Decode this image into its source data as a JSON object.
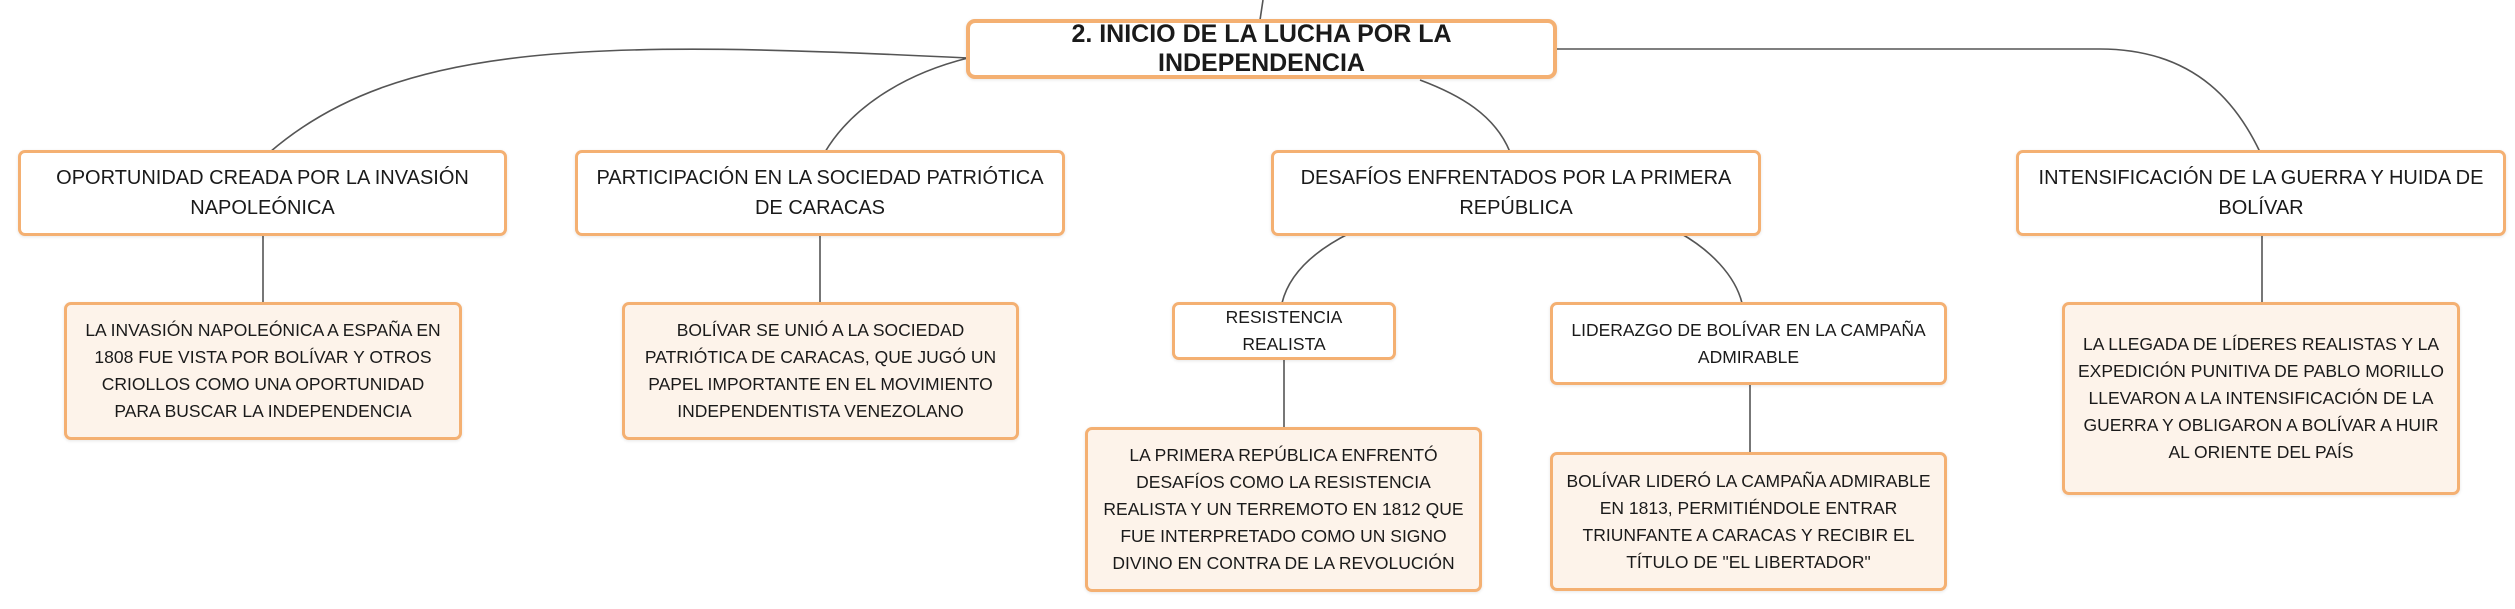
{
  "colors": {
    "border": "#f4b072",
    "leaf_fill": "#fdf3ea",
    "line": "#555555"
  },
  "root": {
    "label": "2. INICIO DE LA LUCHA POR LA INDEPENDENCIA"
  },
  "branches": [
    {
      "label": "OPORTUNIDAD CREADA POR LA INVASIÓN NAPOLEÓNICA",
      "detail": "LA INVASIÓN NAPOLEÓNICA A ESPAÑA EN 1808 FUE VISTA POR BOLÍVAR Y OTROS CRIOLLOS COMO UNA OPORTUNIDAD PARA BUSCAR LA INDEPENDENCIA"
    },
    {
      "label": "PARTICIPACIÓN EN LA SOCIEDAD PATRIÓTICA DE CARACAS",
      "detail": "BOLÍVAR SE UNIÓ A LA SOCIEDAD PATRIÓTICA DE CARACAS, QUE JUGÓ UN PAPEL IMPORTANTE EN EL MOVIMIENTO INDEPENDENTISTA VENEZOLANO"
    },
    {
      "label": "DESAFÍOS ENFRENTADOS POR LA PRIMERA REPÚBLICA",
      "children": [
        {
          "label": "RESISTENCIA REALISTA",
          "detail": "LA PRIMERA REPÚBLICA ENFRENTÓ DESAFÍOS COMO LA RESISTENCIA REALISTA Y UN TERREMOTO EN 1812 QUE FUE INTERPRETADO COMO UN SIGNO DIVINO EN CONTRA DE LA REVOLUCIÓN"
        },
        {
          "label": "LIDERAZGO DE BOLÍVAR EN LA CAMPAÑA ADMIRABLE",
          "detail": "BOLÍVAR LIDERÓ LA CAMPAÑA ADMIRABLE EN 1813, PERMITIÉNDOLE ENTRAR TRIUNFANTE A CARACAS Y RECIBIR EL TÍTULO DE \"EL LIBERTADOR\""
        }
      ]
    },
    {
      "label": "INTENSIFICACIÓN DE LA GUERRA Y HUIDA DE BOLÍVAR",
      "detail": "LA LLEGADA DE LÍDERES REALISTAS Y LA EXPEDICIÓN PUNITIVA DE PABLO MORILLO LLEVARON A LA INTENSIFICACIÓN DE LA GUERRA Y OBLIGARON A BOLÍVAR A HUIR AL ORIENTE DEL PAÍS"
    }
  ]
}
